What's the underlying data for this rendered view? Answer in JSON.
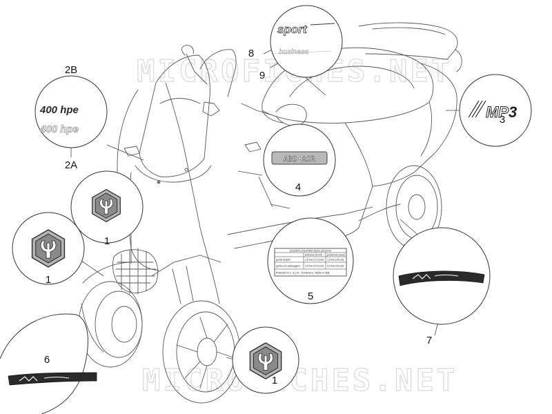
{
  "watermark": "MICROFICHES.NET",
  "callouts": {
    "c1a": "1",
    "c1b": "1",
    "c1c": "1",
    "c2A": "2A",
    "c2B": "2B",
    "c3": "3",
    "c4": "4",
    "c5": "5",
    "c6": "6",
    "c7": "7",
    "c8": "8",
    "c9": "9"
  },
  "decals": {
    "model_dark": "400 hpe",
    "model_light": "400 hpe",
    "sport": "sport",
    "business": "business",
    "abs_asr": "ABS•ASR",
    "mp3_a": "MP",
    "mp3_b": "3"
  },
  "tyre_label": {
    "title": "pressione pneumatici (tyres pressure)",
    "col_front": "anteriore (front)",
    "col_rear": "posteriore (rear)",
    "row1": [
      "guida singolo",
      "1,5 bar (21,8 psi)",
      "1,8 bar (26 psi)"
    ],
    "row2": [
      "guida con passeggero",
      "1,5 bar (21,8 psi)",
      "2,0 bar (29 psi)"
    ],
    "footer": "PIAGGIO & C. S.p.A. - Pontedera - Made in Italy"
  },
  "colors": {
    "line": "#444444",
    "hex_fill": "#9a9a9a",
    "hex_dark": "#555555",
    "watermark": "#d9d9d9"
  }
}
